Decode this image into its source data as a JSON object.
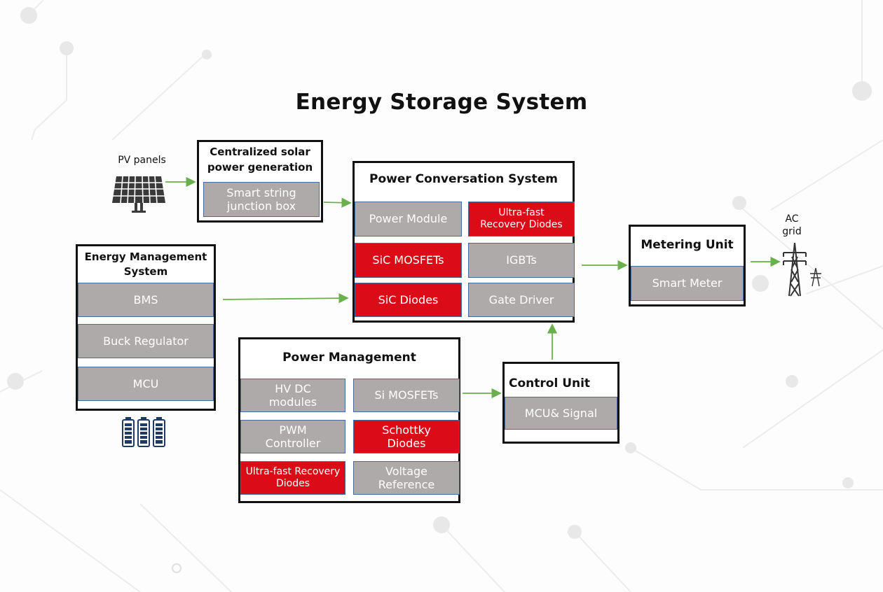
{
  "title": "Energy Storage System",
  "colors": {
    "accent_red": "#db0b17",
    "cell_gray": "#aeaaaa",
    "arrow_green": "#6ab04c",
    "cell_border": "#4a6a9b"
  },
  "pv": {
    "label": "PV panels",
    "icon": "solar-panel-icon"
  },
  "grid": {
    "label_line1": "AC",
    "label_line2": "grid",
    "icon": "power-tower-icon"
  },
  "battery": {
    "icon": "battery-icon",
    "count": 3
  },
  "solar": {
    "title_line1": "Centralized solar",
    "title_line2": "power generation",
    "items": [
      "Smart string junction box"
    ]
  },
  "pcs": {
    "title": "Power Conversation System",
    "items": [
      {
        "label": "Power Module",
        "highlight": false
      },
      {
        "label": "Ultra-fast Recovery Diodes",
        "highlight": true
      },
      {
        "label": "SiC MOSFETs",
        "highlight": true
      },
      {
        "label": "IGBTs",
        "highlight": false
      },
      {
        "label": "SiC Diodes",
        "highlight": true
      },
      {
        "label": "Gate Driver",
        "highlight": false
      }
    ]
  },
  "ems": {
    "title_line1": "Energy Management",
    "title_line2": "System",
    "items": [
      "BMS",
      "Buck Regulator",
      "MCU"
    ]
  },
  "pm": {
    "title": "Power Management",
    "items": [
      {
        "label": "HV DC modules",
        "highlight": false
      },
      {
        "label": "Si MOSFETs",
        "highlight": false
      },
      {
        "label": "PWM Controller",
        "highlight": false
      },
      {
        "label": "Schottky Diodes",
        "highlight": true
      },
      {
        "label": "Ultra-fast Recovery Diodes",
        "highlight": true
      },
      {
        "label": "Voltage Reference",
        "highlight": false
      }
    ]
  },
  "control": {
    "title": "Control Unit",
    "items": [
      "MCU& Signal"
    ]
  },
  "metering": {
    "title": "Metering Unit",
    "items": [
      "Smart Meter"
    ]
  }
}
